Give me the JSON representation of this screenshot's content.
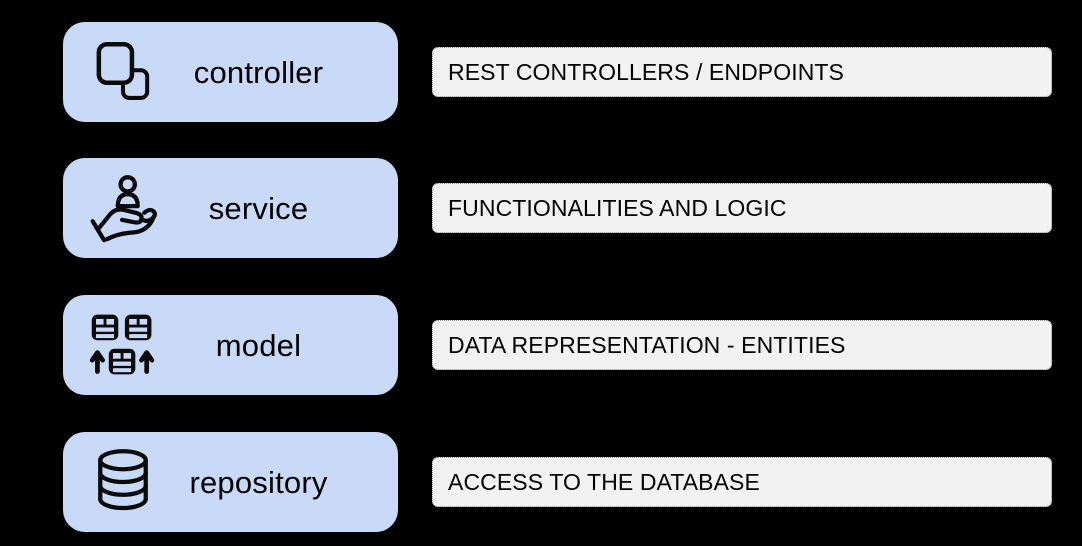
{
  "diagram": {
    "type": "layered-architecture",
    "background_color": "#000000",
    "layer_fill_color": "#c9daf8",
    "description_fill_color": "#f2f2f2",
    "description_border_color": "#8d8d8d",
    "text_color": "#000000",
    "icon_color": "#0b0b0b"
  },
  "layers": [
    {
      "label": "controller",
      "description": "REST CONTROLLERS / ENDPOINTS",
      "icon": "copy-squares-icon"
    },
    {
      "label": "service",
      "description": "FUNCTIONALITIES AND LOGIC",
      "icon": "service-hand-person-icon"
    },
    {
      "label": "model",
      "description": "DATA REPRESENTATION - ENTITIES",
      "icon": "tables-sync-icon"
    },
    {
      "label": "repository",
      "description": "ACCESS TO THE DATABASE",
      "icon": "database-icon"
    }
  ]
}
